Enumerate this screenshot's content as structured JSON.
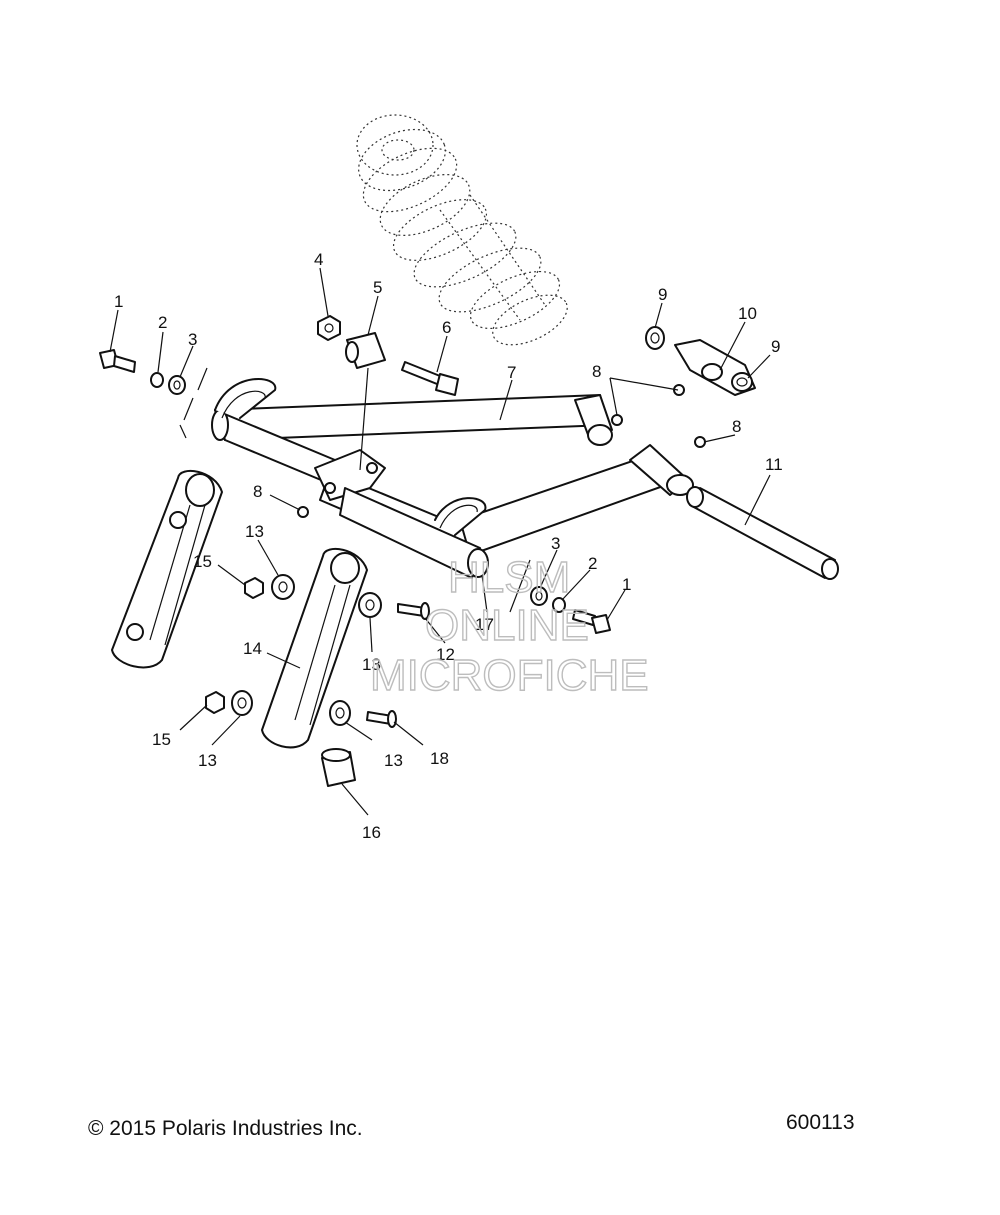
{
  "callouts": [
    "1",
    "2",
    "3",
    "4",
    "5",
    "6",
    "7",
    "8",
    "9",
    "10",
    "11",
    "12",
    "13",
    "14",
    "15",
    "16",
    "17",
    "18"
  ],
  "watermark": [
    "HLSM",
    "ONLINE",
    "MICROFICHE"
  ],
  "copyright": "© 2015 Polaris Industries Inc.",
  "drawing_number": "600113"
}
